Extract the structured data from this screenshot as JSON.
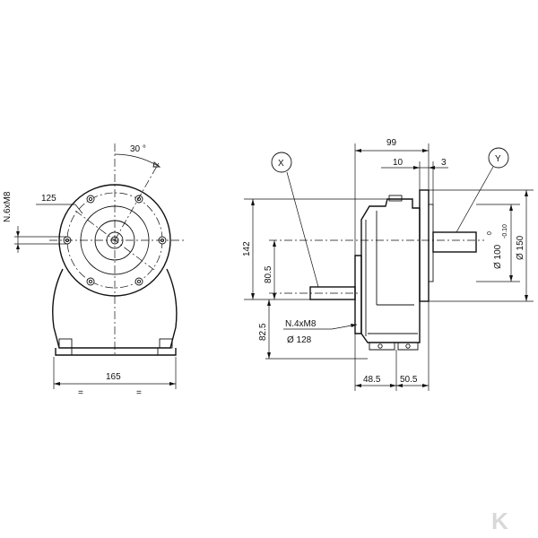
{
  "front_view": {
    "angle_label": "30 °",
    "bolt_circle_label": "125",
    "thread_label": "N.6xM8",
    "width_label": "165",
    "equal_left": "=",
    "equal_right": "="
  },
  "side_view": {
    "callout_x": "X",
    "callout_y": "Y",
    "dim_overall_top": "99",
    "dim_flange": "10",
    "dim_small": "3",
    "dim_height": "142",
    "dim_mid": "80.5",
    "dim_bottom": "82.5",
    "thread_label": "N.4xM8",
    "diameter_128": "Ø 128",
    "diameter_100_main": "Ø 100",
    "tolerance_upper": "0",
    "tolerance_lower": "-0.10",
    "diameter_150": "Ø 150",
    "dim_48": "48.5",
    "dim_50": "50.5"
  },
  "brand": {
    "logo_letter": "K"
  }
}
